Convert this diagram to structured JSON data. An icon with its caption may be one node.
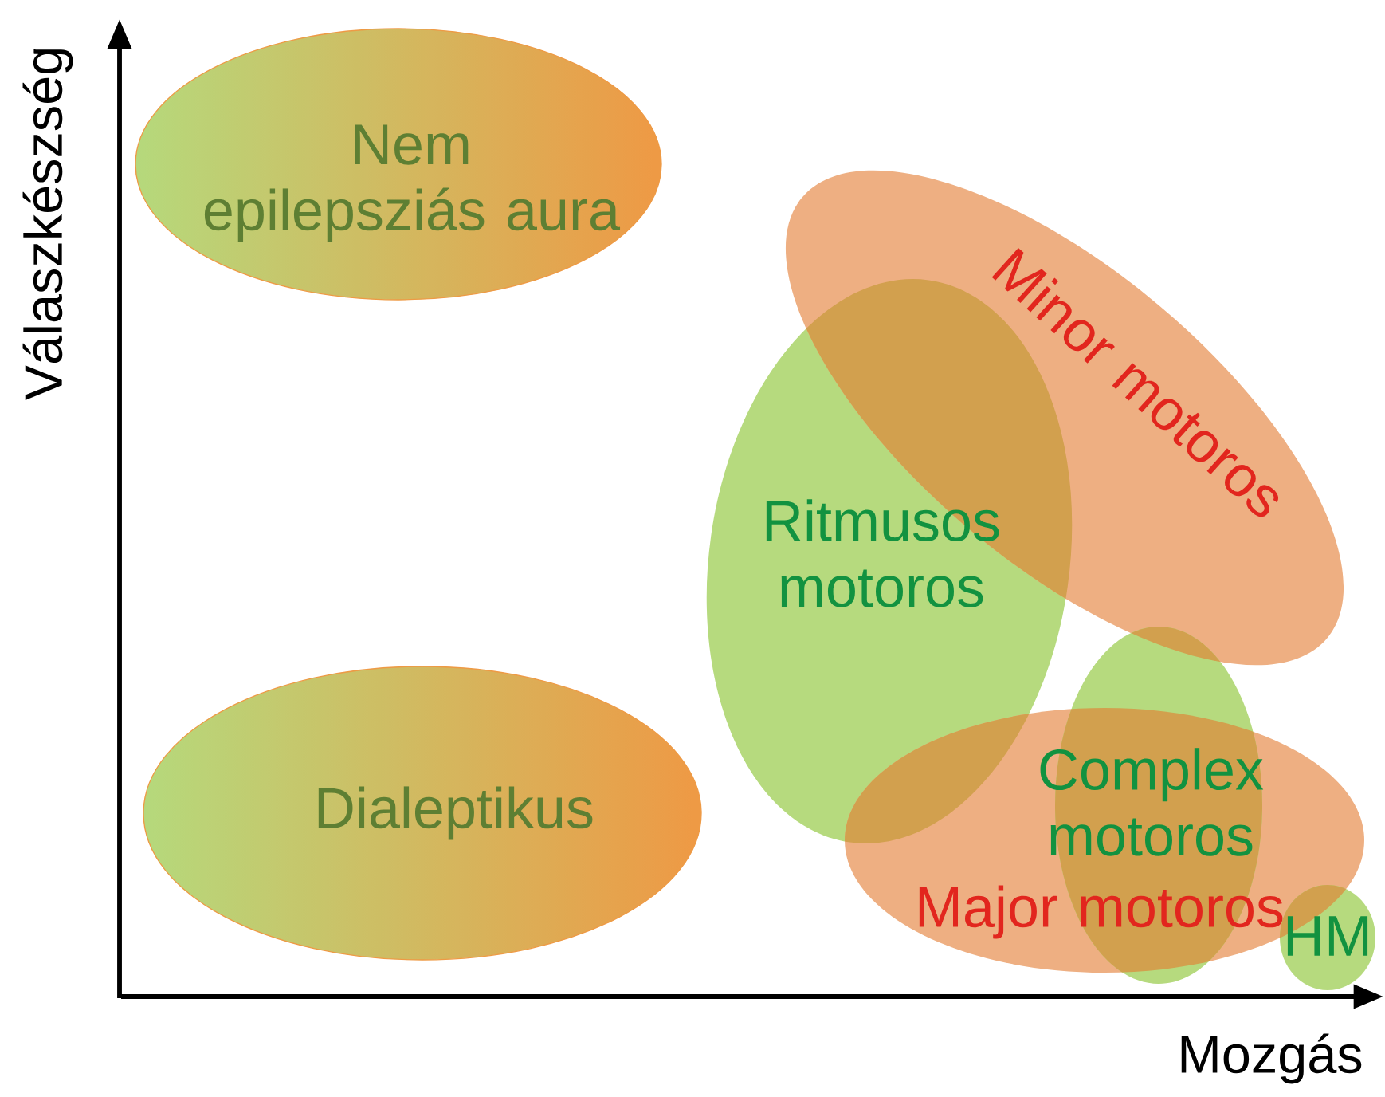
{
  "diagram": {
    "nodes": [
      {
        "text": [
          "Nem epilepsziás aura"
        ]
      },
      {
        "text": [
          "Dialeptikus"
        ]
      },
      {
        "text": [
          "Minor motoros"
        ]
      },
      {
        "text": [
          "Ritmusos motoros"
        ]
      },
      {
        "text": [
          "Major motoros"
        ]
      },
      {
        "text": [
          "Complex motoros"
        ]
      },
      {
        "text": [
          "HM"
        ]
      }
    ],
    "labels": [
      "Válaszkészség",
      "Mozgás"
    ]
  }
}
